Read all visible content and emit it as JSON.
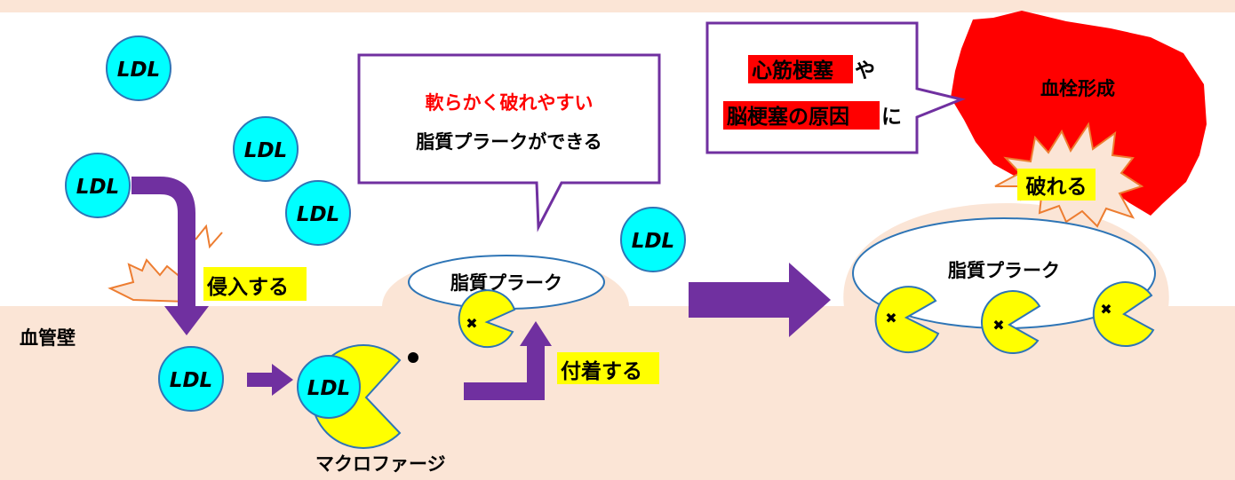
{
  "labels": {
    "ldl": "LDL",
    "vessel_wall": "血管壁",
    "invade": "侵入する",
    "macrophage": "マクロファージ",
    "attach": "付着する",
    "plaque": "脂質プラーク",
    "bubble1_line1": "軟らかく破れやすい",
    "bubble1_line2": "脂質プラークができる",
    "bubble2_line1_hl": "心筋梗塞",
    "bubble2_line1_rest": "や",
    "bubble2_line2_hl": "脳梗塞の原因",
    "bubble2_line2_rest": "に",
    "thrombus": "血栓形成",
    "rupture": "破れる",
    "x_mark": "✖"
  },
  "colors": {
    "wall": "#fbe5d6",
    "ldl_fill": "#00ffff",
    "ldl_stroke": "#2e75b6",
    "arrow": "#7030a0",
    "macrophage": "#ffff00",
    "highlight_yellow": "#ffff00",
    "highlight_red": "#ff0000",
    "red_text": "#ff0000",
    "burst_stroke": "#ed7d31",
    "bubble_border": "#7030a0"
  }
}
